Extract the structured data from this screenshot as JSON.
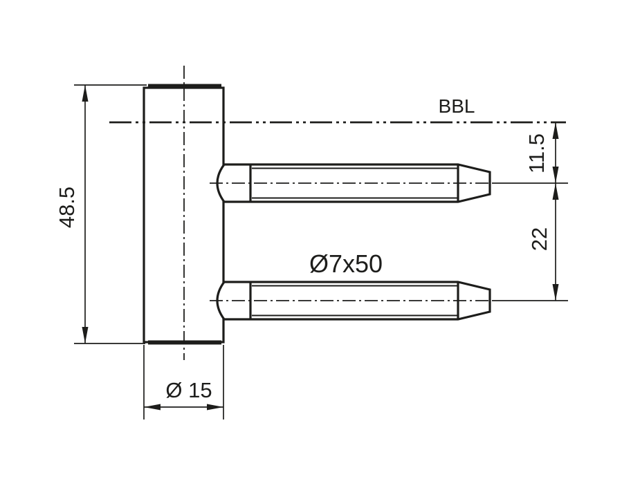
{
  "drawing": {
    "type": "technical-drawing",
    "subject": "door hinge frame part with two fixing pins",
    "background_color": "#ffffff",
    "line_color": "#1d1d1b",
    "labels": {
      "bbl": "BBL",
      "height": "48.5",
      "barrel_diameter": "Ø 15",
      "pin_spec": "Ø7x50",
      "bbl_to_pin": "11.5",
      "pin_spacing": "22"
    },
    "dimensions_mm": {
      "barrel_height": 48.5,
      "barrel_diameter": 15,
      "pin_diameter": 7,
      "pin_length": 50,
      "bbl_to_first_pin_axis": 11.5,
      "pin_axis_spacing": 22
    }
  }
}
